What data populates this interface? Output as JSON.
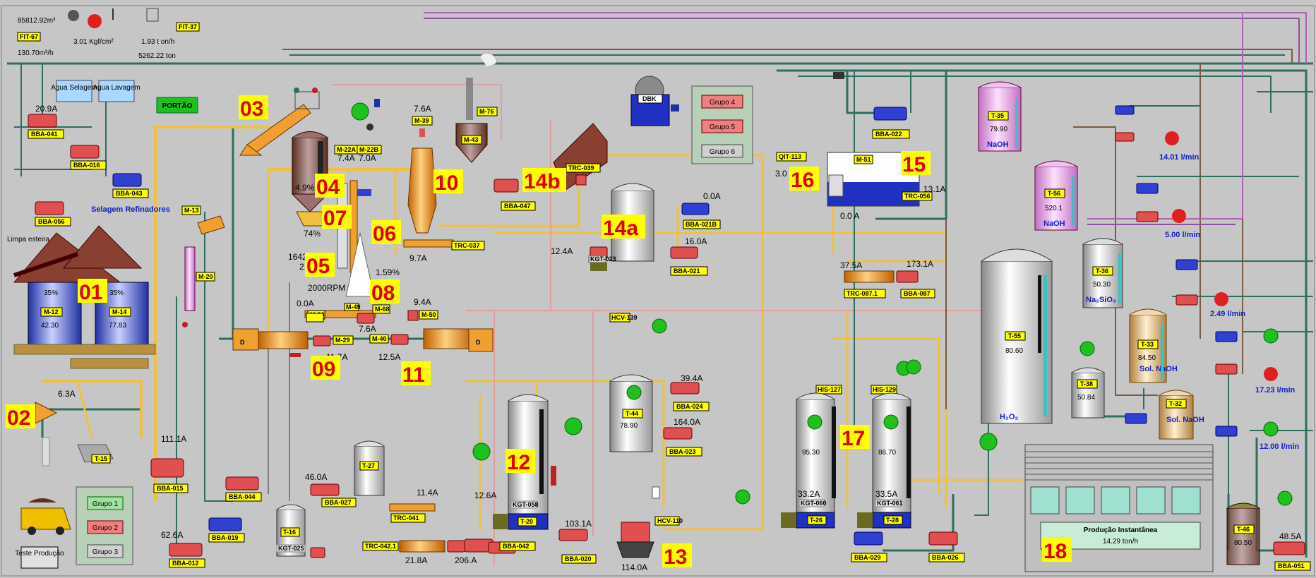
{
  "header": {
    "volume": "85812.92m³",
    "pressure": "3.01 Kgf/cm²",
    "flow_rate": "1.93 t on/h",
    "total": "5262.22 ton",
    "flow1": "130.70m³/h",
    "fit67": "FIT-67",
    "fit37": "FIT-37"
  },
  "buttons": {
    "agua_selagem": "Agua Selagem",
    "agua_lavagem": "Agua Lavagem",
    "portao": "PORTÃO",
    "selagem_refinadores": "Selagem Refinadores",
    "limpa_esteira": "Limpa esteira",
    "grupo1": "Grupo 1",
    "grupo2": "Grupo 2",
    "grupo3": "Grupo 3",
    "grupo4": "Grupo 4",
    "grupo5": "Grupo 5",
    "grupo6": "Grupo 6",
    "teste_producao": "Teste Produção"
  },
  "sections": [
    "01",
    "02",
    "03",
    "04",
    "05",
    "06",
    "07",
    "08",
    "09",
    "10",
    "11",
    "12",
    "13",
    "14a",
    "14b",
    "15",
    "16",
    "17",
    "18"
  ],
  "tags": {
    "bba041": "BBA-041",
    "bba016": "BBA-016",
    "bba043": "BBA-043",
    "bba056": "BBA-056",
    "m12": "M-12",
    "m14": "M-14",
    "m13": "M-13",
    "m20": "M-20",
    "t15": "T-15",
    "bba015": "BBA-015",
    "bba044": "BBA-044",
    "bba019": "BBA-019",
    "bba012": "BBA-012",
    "t16": "T-16",
    "kgt025": "KGT-025",
    "m22a": "M-22A",
    "m22b": "M-22B",
    "m39": "M-39",
    "m76": "M-76",
    "m43": "M-43",
    "bba047": "BBA-047",
    "trc039": "TRC-039",
    "trc037": "TRC-037",
    "m26": "M-26",
    "m29": "M-29",
    "m49": "M-49",
    "m50": "M-50",
    "m40": "M-40",
    "m68": "M-68",
    "t27": "T-27",
    "bba027": "BBA-027",
    "trc041": "TRC-041",
    "trc042": "TRC-042.1",
    "bba021b": "BBA-021B",
    "bba021": "BBA-021",
    "kgt023": "KGT-023",
    "hcv139": "HCV-139",
    "t44": "T-44",
    "bba024": "BBA-024",
    "bba023": "BBA-023",
    "kgt058": "KGT-058",
    "t20a": "T-20",
    "bba042": "BBA-042",
    "bba020": "BBA-020",
    "hcv110": "HCV-110",
    "bba022": "BBA-022",
    "qit113": "QIT-113",
    "m51": "M-51",
    "trc056": "TRC-056",
    "trc087": "TRC-087.1",
    "bba087": "BBA-087",
    "his127": "HIS-127",
    "his129": "HIS-129",
    "t26": "T-26",
    "t28": "T-28",
    "kgt060": "KGT-060",
    "kgt061": "KGT-061",
    "bba029": "BBA-029",
    "bba026": "BBA-026",
    "t35": "T-35",
    "t56": "T-56",
    "t36": "T-36",
    "t55": "T-55",
    "t38": "T-38",
    "t33": "T-33",
    "t32": "T-32",
    "t46": "T-46",
    "bba051": "BBA-051",
    "dbk": "DBK"
  },
  "values": {
    "a209": "20.9A",
    "a63": "6.3A",
    "a1111": "111.1A",
    "a626": "62.6A",
    "pct35a": "35%",
    "m12val": "42.30",
    "pct35b": "35%",
    "m14val": "77.83",
    "a74": "7.4A",
    "a70": "7.0A",
    "pct49": "4.9%",
    "a76": "7.6A",
    "pct74": "74%",
    "v1642": "1642",
    "v215": "215",
    "rpm": "2000RPM",
    "pct159": "1.59%",
    "a00": "0.0A",
    "a97": "9.7A",
    "a94": "9.4A",
    "a76b": "7.6A",
    "a177": "11.7A",
    "a125": "12.5A",
    "a460": "46.0A",
    "a114": "11.4A",
    "a218": "21.8A",
    "a206": "206.A",
    "a124": "12.4A",
    "a00b": "0.0A",
    "a160": "16.0A",
    "a394": "39.4A",
    "t44val": "78.90",
    "a1640": "164.0A",
    "a126": "12.6A",
    "a1031": "103.1A",
    "a1140": "114.0A",
    "v30": "3.0",
    "a131": "13.1A",
    "a00c": "0.0 A",
    "a375": "37.5A",
    "a1731": "173.1A",
    "t26val": "95.30",
    "t28val": "86.70",
    "a332": "33.2A",
    "a335": "33.5A",
    "t35val": "79.90",
    "t56val": "520.1",
    "t36val": "50.30",
    "t55val": "80.60",
    "t38val": "50.84",
    "t33val": "84.50",
    "a485": "48.5A",
    "t46val": "80.50",
    "f1": "14.01 l/min",
    "f2": "5.00 l/min",
    "f3": "2.49 l/min",
    "f4": "17.23 l/min",
    "f5": "12.00 l/min"
  },
  "labels": {
    "naoh1": "NaOH",
    "naoh2": "NaOH",
    "na2sio3": "Na₂SiO₃",
    "h2o2": "H₂O₂",
    "sol_naoh1": "Sol. NaOH",
    "sol_naoh2": "Sol. NaOH",
    "production_title": "Produção Instantânea",
    "production_value": "14.29 ton/h"
  },
  "colors": {
    "background": "#c6c6c6",
    "pipe_yellow": "#f0c040",
    "pipe_green": "#2e6e5e",
    "section_label": "#e00000",
    "tag_bg": "#ffff00",
    "pump_red": "#e05050"
  }
}
